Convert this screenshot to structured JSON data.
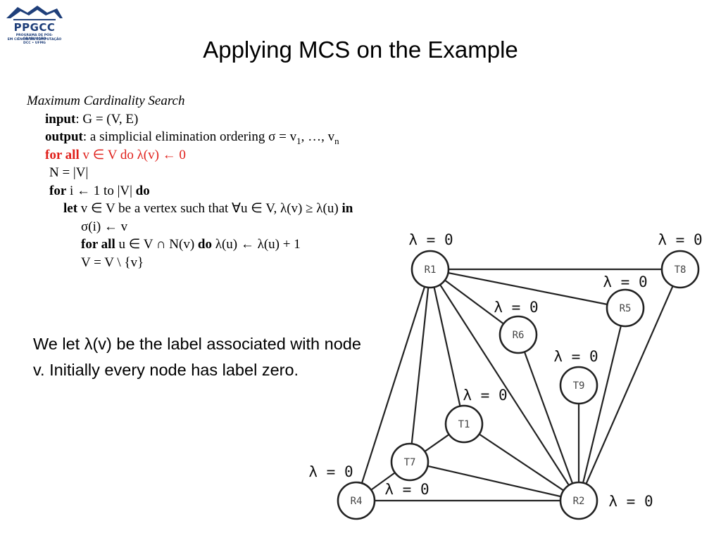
{
  "logo": {
    "text": "PPGCC",
    "subtitle_lines": [
      "PROGRAMA DE PÓS-GRADUAÇÃO",
      "EM CIÊNCIA DA COMPUTAÇÃO",
      "DCC • UFMG"
    ]
  },
  "slide": {
    "title": "Applying MCS on the Example"
  },
  "algorithm": {
    "name": "Maximum Cardinality Search",
    "input_keyword": "input",
    "input_text": ": G = (V, E)",
    "output_keyword": "output",
    "output_text": ": a simplicial elimination ordering σ = v",
    "output_sub1": "1",
    "output_mid": ", …, v",
    "output_subn": "n",
    "init_keyword": "for all",
    "init_text": " v ∈ V do λ(v) ← 0",
    "n_line": "N = |V|",
    "loop_keyword": "for",
    "loop_text": " i ← 1 to |V| ",
    "loop_do": "do",
    "let_keyword": "let",
    "let_text": " v ∈ V be a vertex such that ∀u ∈ V, λ(v) ≥ λ(u) ",
    "let_in": "in",
    "sigma_line": "σ(i) ← v",
    "inner_keyword": "for all",
    "inner_text": " u ∈ V ∩ N(v) ",
    "inner_do": "do",
    "inner_tail": " λ(u) ← λ(u) + 1",
    "remove_line": "V = V \\ {v}"
  },
  "description": "We let λ(v) be the label associated with node v. Initially every node has label zero.",
  "graph": {
    "nodes": [
      {
        "id": "R1",
        "label": "R1",
        "lambda": "λ = 0"
      },
      {
        "id": "T8",
        "label": "T8",
        "lambda": "λ = 0"
      },
      {
        "id": "R5",
        "label": "R5",
        "lambda": "λ = 0"
      },
      {
        "id": "R6",
        "label": "R6",
        "lambda": "λ = 0"
      },
      {
        "id": "T9",
        "label": "T9",
        "lambda": "λ = 0"
      },
      {
        "id": "T1",
        "label": "T1",
        "lambda": "λ = 0"
      },
      {
        "id": "T7",
        "label": "T7",
        "lambda": "λ = 0"
      },
      {
        "id": "R4",
        "label": "R4",
        "lambda": "λ = 0"
      },
      {
        "id": "R2",
        "label": "R2",
        "lambda": "λ = 0"
      }
    ],
    "edges": [
      [
        "R1",
        "T8"
      ],
      [
        "R1",
        "R5"
      ],
      [
        "R1",
        "R6"
      ],
      [
        "R1",
        "T1"
      ],
      [
        "R1",
        "T7"
      ],
      [
        "R1",
        "R4"
      ],
      [
        "R1",
        "R2"
      ],
      [
        "T8",
        "R2"
      ],
      [
        "R5",
        "R2"
      ],
      [
        "R6",
        "R2"
      ],
      [
        "T9",
        "R2"
      ],
      [
        "T1",
        "R2"
      ],
      [
        "T1",
        "T7"
      ],
      [
        "T7",
        "R4"
      ],
      [
        "T7",
        "R2"
      ],
      [
        "R4",
        "R2"
      ]
    ]
  },
  "colors": {
    "red_keyword": "#e0201b",
    "logo_blue": "#1f3f7a"
  }
}
